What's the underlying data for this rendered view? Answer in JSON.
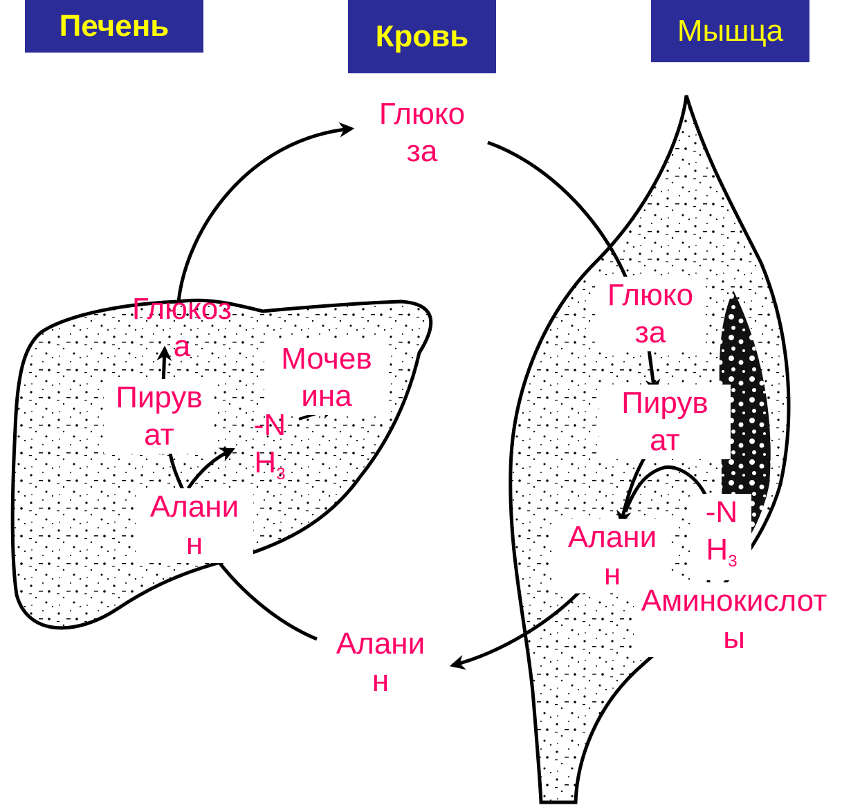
{
  "headers": {
    "liver": "Печень",
    "blood": "Кровь",
    "muscle": "Мышца"
  },
  "colors": {
    "header_bg": "#2c2c99",
    "header_text": "#ffff00",
    "label_text": "#ff0066",
    "outline": "#000000"
  },
  "labels": {
    "blood_glucose": [
      "Глюко",
      "за"
    ],
    "blood_alanine": [
      "Алани",
      "н"
    ],
    "liver_glucose": [
      "Глюкоз",
      "а"
    ],
    "liver_pyruvate": [
      "Пирув",
      "ат"
    ],
    "liver_urea": [
      "Мочев",
      "ина"
    ],
    "liver_nh3": {
      "line1": "-N",
      "main": "H",
      "sub": "3"
    },
    "liver_alanine": [
      "Алани",
      "н"
    ],
    "muscle_glucose": [
      "Глюко",
      "за"
    ],
    "muscle_pyruvate": [
      "Пирув",
      "ат"
    ],
    "muscle_nh3": {
      "line1": "-N",
      "main": "H",
      "sub": "3"
    },
    "muscle_alanine": [
      "Алани",
      "н"
    ],
    "muscle_amino_acids": [
      "Аминокислот",
      "ы"
    ]
  }
}
